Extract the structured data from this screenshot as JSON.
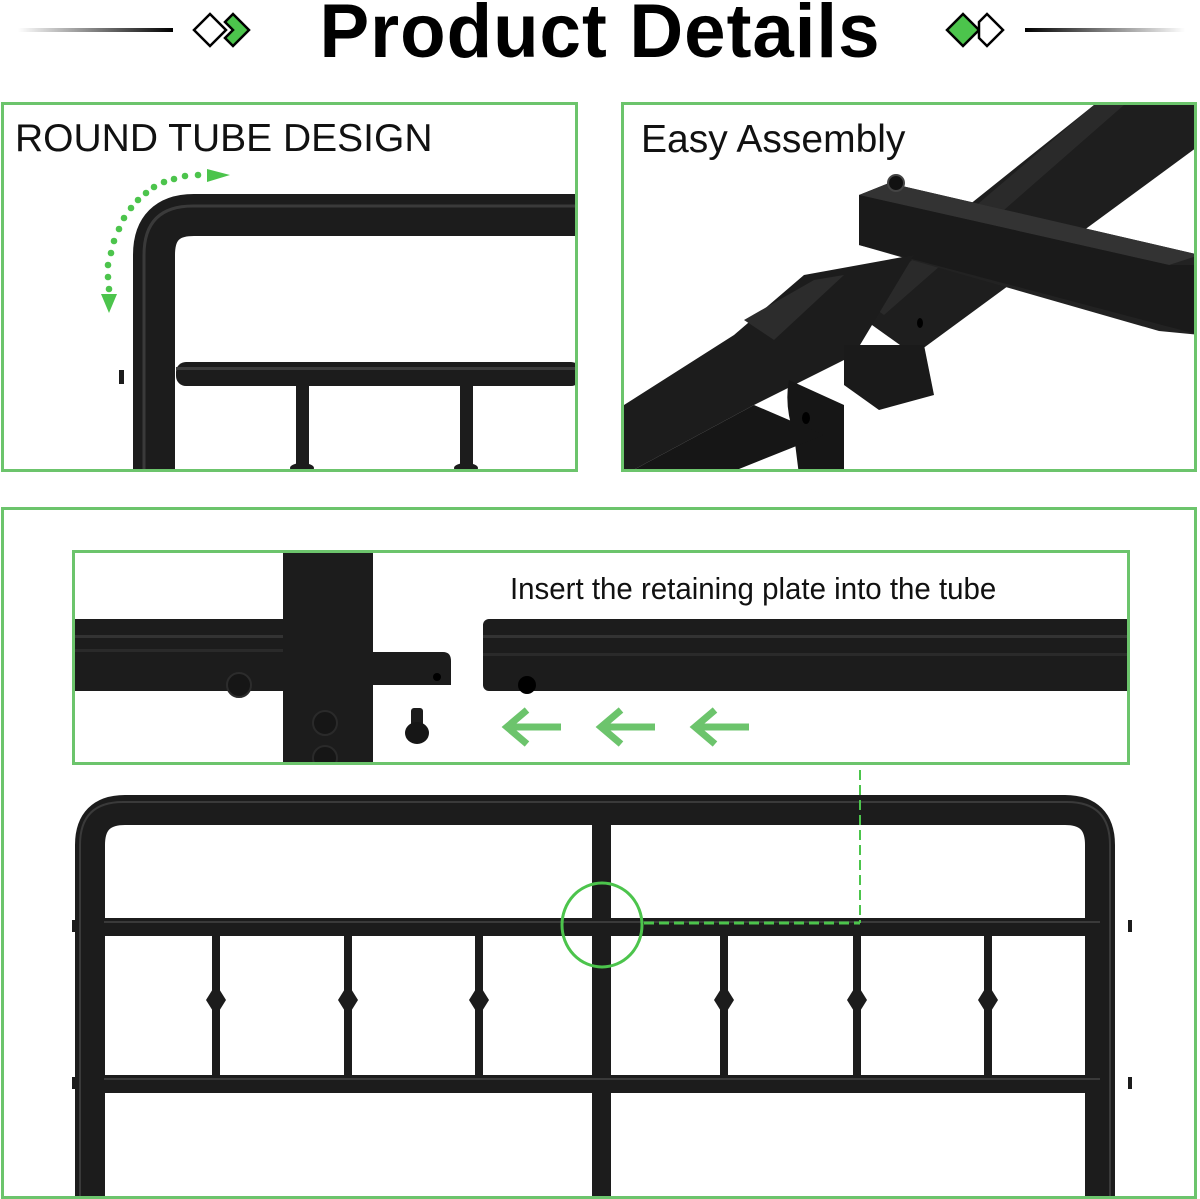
{
  "header": {
    "title": "Product Details",
    "left_decoration": "diamond-pair-icon",
    "right_decoration": "diamond-pair-icon"
  },
  "panels": {
    "round_tube": {
      "label": "ROUND TUBE DESIGN",
      "icon": "curved-dotted-arrow-icon"
    },
    "easy_assembly": {
      "label": "Easy Assembly"
    },
    "assembly_detail": {
      "callout_label": "Insert the retaining plate into the tube",
      "arrows": [
        "left-arrow-icon",
        "left-arrow-icon",
        "left-arrow-icon"
      ],
      "highlight": "joint-circle-icon"
    }
  },
  "colors": {
    "accent_green": "#4cc44c",
    "border_green": "#6cc46c",
    "metal_black": "#1c1c1c",
    "text": "#111111"
  }
}
